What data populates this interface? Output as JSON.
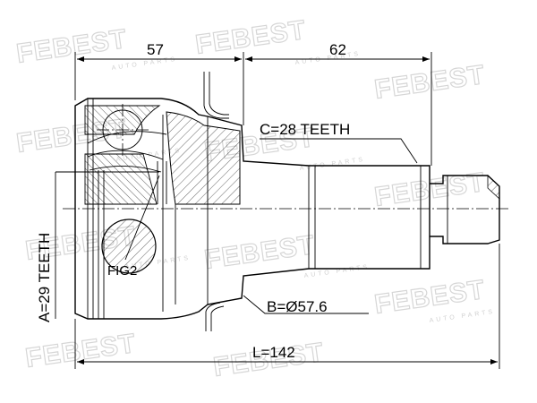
{
  "labels": {
    "dim_left": "57",
    "dim_right": "62",
    "spline_c": "C=28 TEETH",
    "spline_a": "A=29 TEETH",
    "diameter_b": "B=Ø57.6",
    "length_l": "L=142",
    "fig": "FIG2"
  },
  "watermark": {
    "brand": "FEBEST",
    "sub": "AUTO PARTS"
  }
}
